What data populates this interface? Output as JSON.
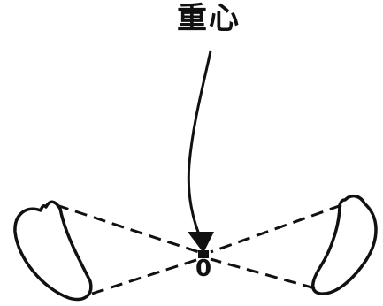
{
  "labels": {
    "center_of_gravity": "重心",
    "origin": "0"
  },
  "colors": {
    "ink": "#111111",
    "background": "#ffffff"
  },
  "elements": {
    "left_foot": "foot-outline",
    "right_foot": "foot-outline",
    "arrow": "arrow-down"
  }
}
